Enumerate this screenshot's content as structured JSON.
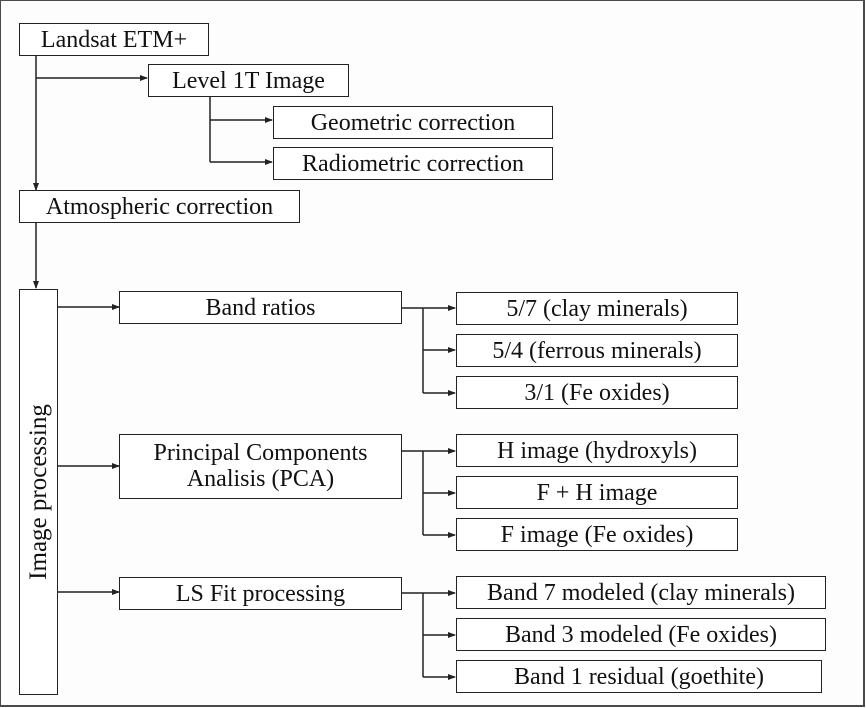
{
  "diagram": {
    "colors": {
      "line": "#222222",
      "frame": "#4a4a4a",
      "background": "#ffffff"
    },
    "nodes": {
      "landsat": "Landsat ETM+",
      "level1t": "Level 1T Image",
      "geometric": "Geometric correction",
      "radiometric": "Radiometric correction",
      "atmospheric": "Atmospheric correction",
      "image_processing": "Image processing",
      "band_ratios": "Band ratios",
      "ratio_57": "5/7 (clay minerals)",
      "ratio_54": "5/4 (ferrous minerals)",
      "ratio_31": "3/1 (Fe oxides)",
      "pca_line1": "Principal Components",
      "pca_line2": "Analisis (PCA)",
      "h_image": "H image (hydroxyls)",
      "fh_image": "F + H image",
      "f_image": "F image (Fe oxides)",
      "lsfit": "LS Fit processing",
      "band7": "Band 7 modeled (clay minerals)",
      "band3": "Band 3 modeled (Fe oxides)",
      "band1": "Band 1 residual (goethite)"
    },
    "edges": [
      [
        "Landsat ETM+",
        "Level 1T Image"
      ],
      [
        "Landsat ETM+",
        "Atmospheric correction"
      ],
      [
        "Level 1T Image",
        "Geometric correction"
      ],
      [
        "Level 1T Image",
        "Radiometric correction"
      ],
      [
        "Atmospheric correction",
        "Image processing"
      ],
      [
        "Image processing",
        "Band ratios"
      ],
      [
        "Image processing",
        "Principal Components Analisis (PCA)"
      ],
      [
        "Image processing",
        "LS Fit processing"
      ],
      [
        "Band ratios",
        "5/7 (clay minerals)"
      ],
      [
        "Band ratios",
        "5/4 (ferrous minerals)"
      ],
      [
        "Band ratios",
        "3/1 (Fe oxides)"
      ],
      [
        "Principal Components Analisis (PCA)",
        "H image (hydroxyls)"
      ],
      [
        "Principal Components Analisis (PCA)",
        "F + H image"
      ],
      [
        "Principal Components Analisis (PCA)",
        "F image (Fe oxides)"
      ],
      [
        "LS Fit processing",
        "Band 7 modeled (clay minerals)"
      ],
      [
        "LS Fit processing",
        "Band 3 modeled (Fe oxides)"
      ],
      [
        "LS Fit processing",
        "Band 1 residual (goethite)"
      ]
    ]
  }
}
